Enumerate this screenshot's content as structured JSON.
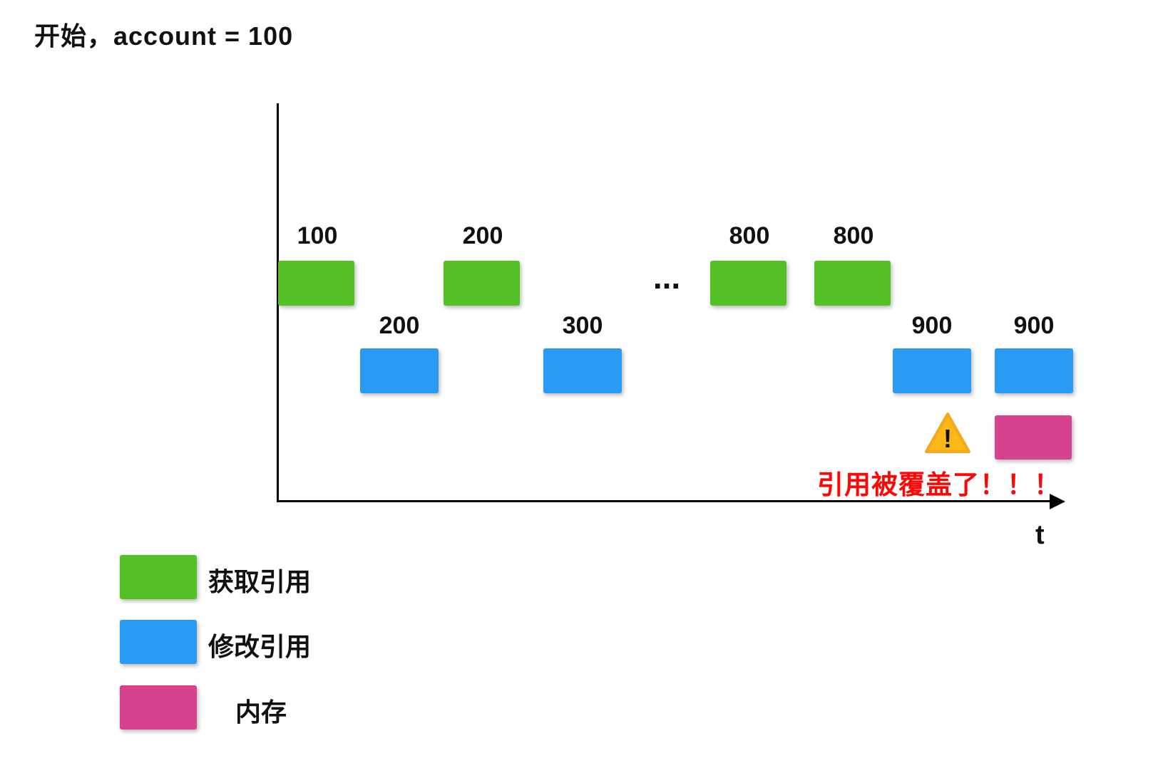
{
  "title": "开始，account = 100",
  "axis": {
    "t_label": "t"
  },
  "diagram": {
    "get_ref_boxes": [
      "100",
      "200",
      "800",
      "800"
    ],
    "ellipsis": "...",
    "set_ref_boxes": [
      "200",
      "300",
      "900",
      "900"
    ],
    "warning_mark": "!",
    "warning_text": "引用被覆盖了！！！"
  },
  "legend": {
    "items": [
      {
        "swatch": "green",
        "label": "获取引用"
      },
      {
        "swatch": "blue",
        "label": "修改引用"
      },
      {
        "swatch": "pink",
        "label": "内存"
      }
    ]
  },
  "colors": {
    "green": "#55bf26",
    "blue": "#2a9af3",
    "pink": "#d6428e",
    "red": "#ff0505",
    "warning": "#fbb817",
    "axis": "#000000"
  }
}
